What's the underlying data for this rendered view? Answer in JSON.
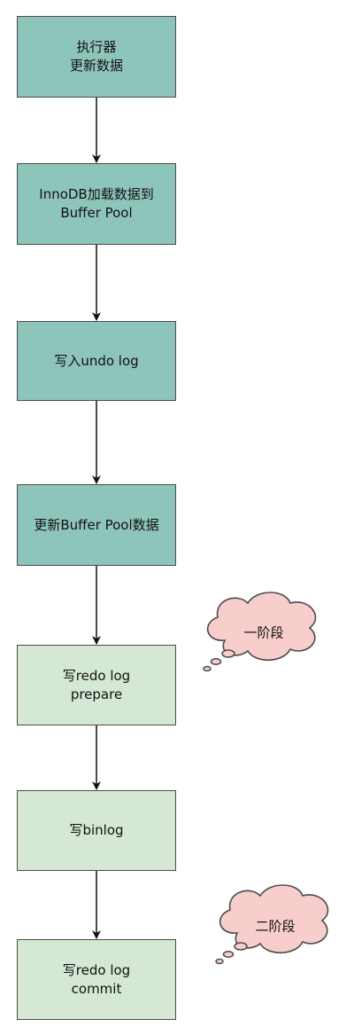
{
  "flow": {
    "steps": [
      {
        "line1": "执行器",
        "line2": "更新数据"
      },
      {
        "line1": "InnoDB加载数据到",
        "line2": "Buffer Pool"
      },
      {
        "line1": "写入undo log",
        "line2": ""
      },
      {
        "line1": "更新Buffer Pool数据",
        "line2": ""
      },
      {
        "line1": "写redo log",
        "line2": "prepare"
      },
      {
        "line1": "写binlog",
        "line2": ""
      },
      {
        "line1": "写redo log",
        "line2": "commit"
      }
    ]
  },
  "annotations": {
    "phase_one": "一阶段",
    "phase_two": "二阶段"
  },
  "colors": {
    "dark_fill": "#8ec5bb",
    "light_fill": "#d5e8d4",
    "cloud_fill": "#f8cecc",
    "stroke": "#4a4a4a"
  }
}
